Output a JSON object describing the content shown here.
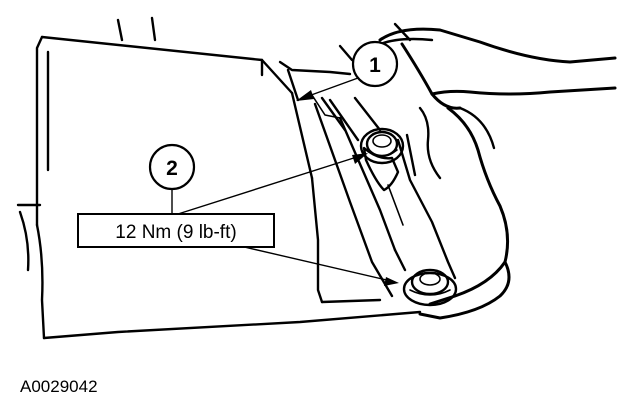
{
  "callouts": [
    {
      "number": "1"
    },
    {
      "number": "2"
    }
  ],
  "torque_spec": "12 Nm (9 lb-ft)",
  "figure_id": "A0029042",
  "colors": {
    "line": "#000000",
    "background": "#ffffff"
  }
}
